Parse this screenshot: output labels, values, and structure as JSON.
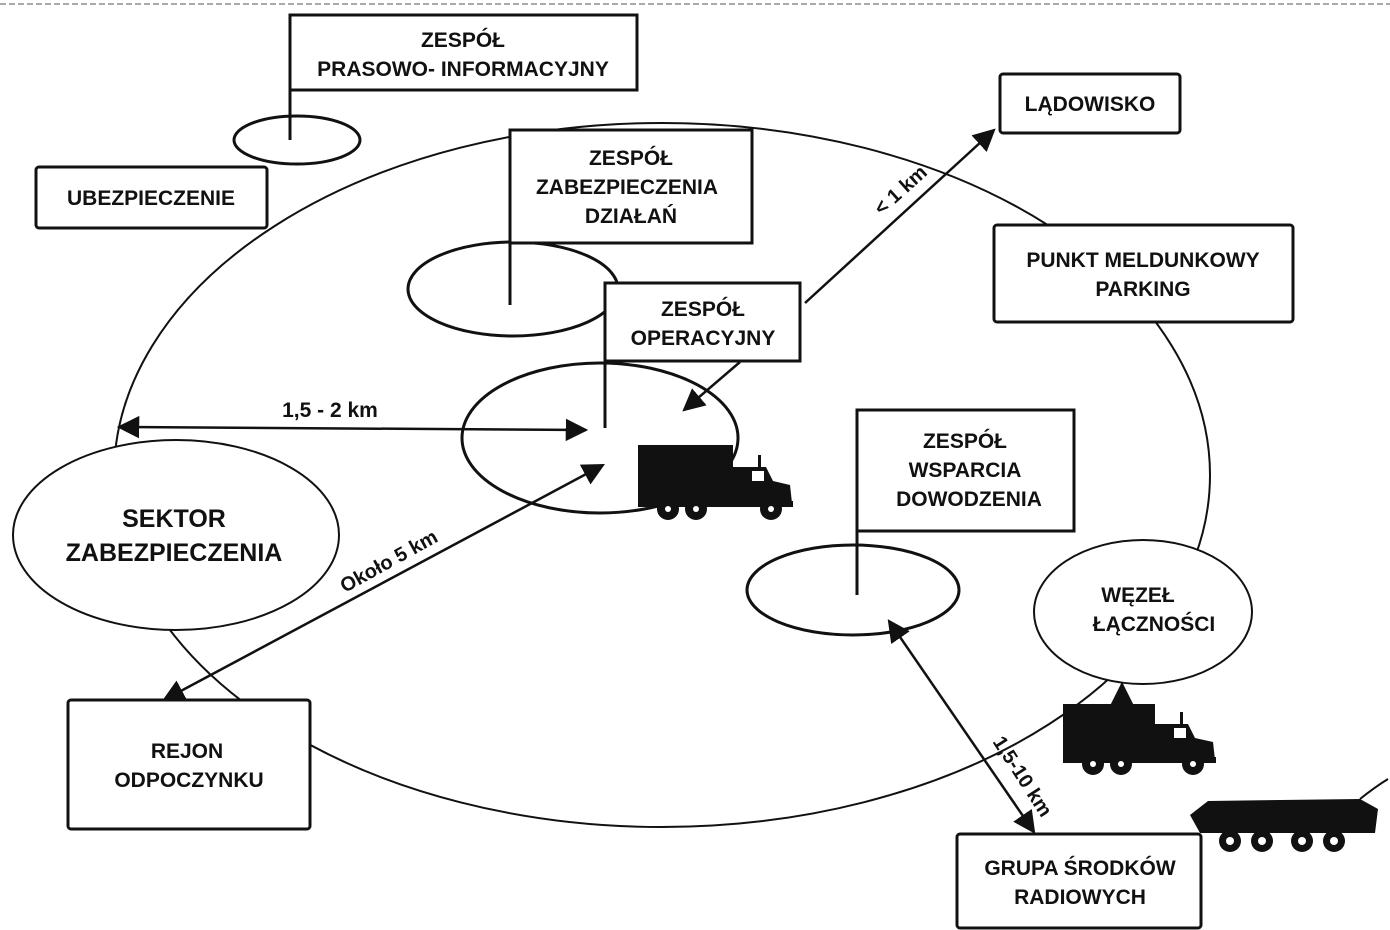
{
  "colors": {
    "ink": "#111111",
    "background": "#ffffff"
  },
  "labels": {
    "zespol_prasowo_1": "ZESPÓŁ",
    "zespol_prasowo_2": "PRASOWO- INFORMACYJNY",
    "ladowisko": "LĄDOWISKO",
    "ubezpieczenie": "UBEZPIECZENIE",
    "zespol_zabezp_1": "ZESPÓŁ",
    "zespol_zabezp_2": "ZABEZPIECZENIA",
    "zespol_zabezp_3": "DZIAŁAŃ",
    "punkt_1": "PUNKT MELDUNKOWY",
    "punkt_2": "PARKING",
    "zespol_oper_1": "ZESPÓŁ",
    "zespol_oper_2": "OPERACYJNY",
    "sektor_1": "SEKTOR",
    "sektor_2": "ZABEZPIECZENIA",
    "zespol_wsparcia_1": "ZESPÓŁ",
    "zespol_wsparcia_2": "WSPARCIA",
    "zespol_wsparcia_3": "DOWODZENIA",
    "wezel_1": "WĘZEŁ",
    "wezel_2": "ŁĄCZNOŚCI",
    "rejon_1": "REJON",
    "rejon_2": "ODPOCZYNKU",
    "grupa_1": "GRUPA ŚRODKÓW",
    "grupa_2": "RADIOWYCH"
  },
  "distances": {
    "to_ladowisko": "< 1 km",
    "to_edge": "1,5 - 2 km",
    "to_rejon": "Około 5 km",
    "to_grupa": "1,5-10 km"
  },
  "icons": [
    "truck-icon",
    "apc-icon"
  ]
}
